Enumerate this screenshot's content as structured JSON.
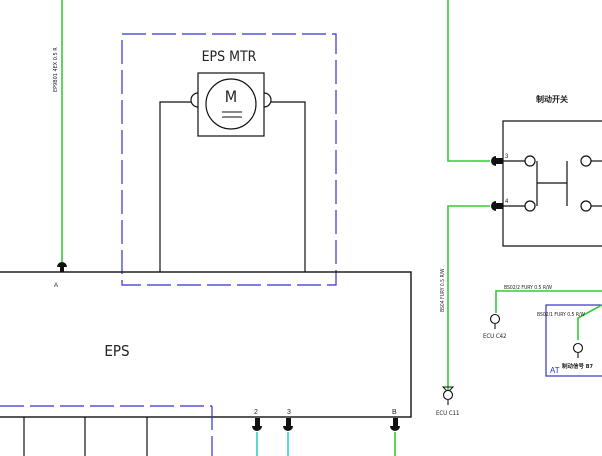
{
  "eps_motor": {
    "label": "EPS MTR",
    "symbol": "M"
  },
  "eps_module": {
    "label": "EPS"
  },
  "pins": {
    "a": "A",
    "two": "2",
    "three": "3",
    "b": "B",
    "sw3": "3",
    "sw4": "4"
  },
  "wires": {
    "eps_supply": "EP9B01 4EX 0.5 R",
    "bs04": "BS04 FURY 0.5 R/W",
    "bs02_2": "BS02/2 FURY 0.5 R/W",
    "bs02_1": "BS02/1 FURY 0.5 R/W"
  },
  "brake_switch": {
    "label": "制动开关"
  },
  "connectors": {
    "ecu_c42": "ECU C42",
    "ecu_c11": "ECU C11",
    "at_label": "AT",
    "at_pin": "制动信号 B7"
  },
  "colors": {
    "wire_green": "#33cc33",
    "boundary_blue": "#3333cc",
    "wire_cyan": "#33cccc",
    "line_black": "#222222"
  }
}
